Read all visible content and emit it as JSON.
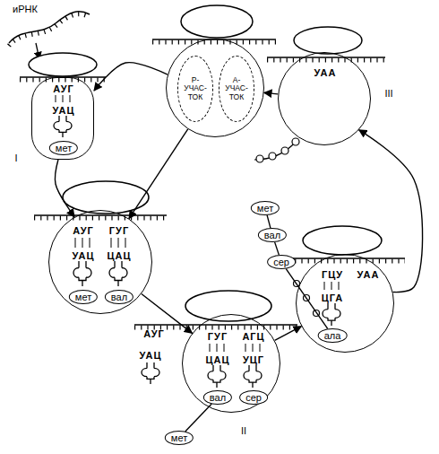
{
  "diagram": {
    "nodes": [
      {
        "text": []
      },
      {
        "text": [
          "Р- УЧАС- ТОК"
        ],
        "in": 0
      },
      {
        "text": [
          "А- УЧАС- ТОК"
        ],
        "in": 0
      },
      {
        "text": [
          "АУГ",
          "УАЦ"
        ]
      },
      {
        "text": [
          "мет"
        ],
        "in": 3
      },
      {
        "text": [
          "АУГ",
          "ГУГ",
          "УАЦ",
          "ЦАЦ"
        ]
      },
      {
        "text": [
          "мет"
        ],
        "in": 5
      },
      {
        "text": [
          "вал"
        ],
        "in": 5
      },
      {
        "text": [
          "ГУГ",
          "АГЦ",
          "ЦАЦ",
          "УЦГ"
        ]
      },
      {
        "text": [
          "вал"
        ],
        "in": 8
      },
      {
        "text": [
          "сер"
        ],
        "in": 8
      },
      {
        "text": [
          "мет"
        ]
      },
      {
        "text": [
          "ГЦУ",
          "УАА",
          "ЦГА"
        ]
      },
      {
        "text": [
          "ала"
        ],
        "in": 12
      },
      {
        "text": [
          "мет"
        ]
      },
      {
        "text": [
          "вал"
        ]
      },
      {
        "text": [
          "сер"
        ]
      },
      {
        "text": [
          "УАА"
        ]
      }
    ],
    "edges": [
      {
        "from": 0,
        "to": 3,
        "arrow": "to"
      },
      {
        "from": 3,
        "to": 5,
        "arrow": "to"
      },
      {
        "from": 0,
        "to": 5,
        "arrow": "to"
      },
      {
        "from": 5,
        "to": 8,
        "arrow": "to"
      },
      {
        "from": 8,
        "to": 12,
        "arrow": "to"
      },
      {
        "from": 12,
        "to": 17,
        "arrow": "to"
      },
      {
        "from": 17,
        "to": 0,
        "arrow": "to"
      },
      {
        "from": 11,
        "to": 9,
        "arrow": "none"
      },
      {
        "from": 14,
        "to": 15,
        "arrow": "none"
      },
      {
        "from": 15,
        "to": 16,
        "arrow": "none"
      },
      {
        "from": 16,
        "to": 13,
        "arrow": "none"
      }
    ],
    "labels": [
      "иРНК",
      "I",
      "АУГ",
      "УАЦ",
      "II",
      "III"
    ]
  }
}
